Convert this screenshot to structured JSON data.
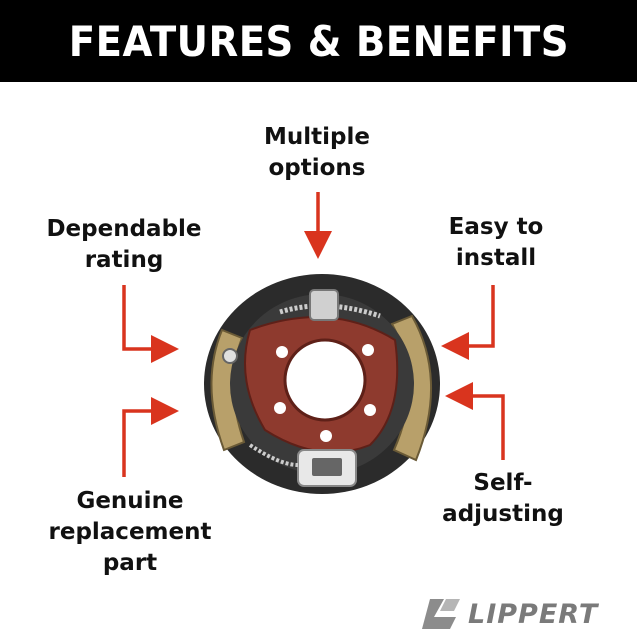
{
  "header": {
    "title": "FEATURES & BENEFITS"
  },
  "features": {
    "multiple_options": [
      "Multiple",
      "options"
    ],
    "dependable_rating": [
      "Dependable",
      "rating"
    ],
    "easy_to_install": [
      "Easy to",
      "install"
    ],
    "genuine_replacement_part": [
      "Genuine",
      "replacement",
      "part"
    ],
    "self_adjusting": [
      "Self-",
      "adjusting"
    ]
  },
  "brand": {
    "name": "LIPPERT"
  },
  "colors": {
    "header_bg": "#000000",
    "header_text": "#ffffff",
    "arrow": "#d9341e",
    "logo": "#7a7a7a"
  }
}
